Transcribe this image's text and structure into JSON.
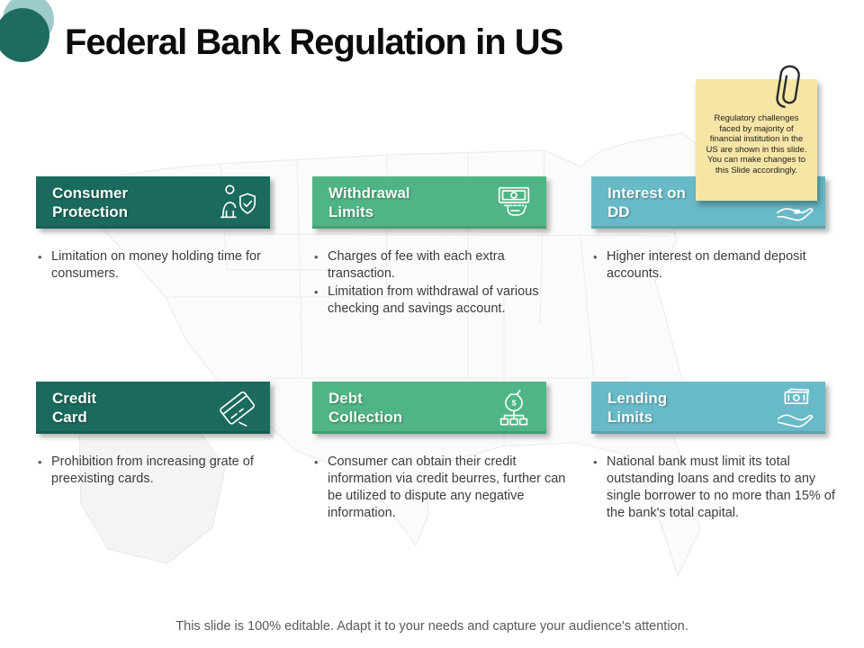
{
  "slide": {
    "title": "Federal Bank Regulation in US",
    "sticky_note": {
      "text": "Regulatory challenges faced by majority of financial institution in the US are shown in this slide. You can make changes to this Slide accordingly."
    },
    "footer": "This slide is 100% editable. Adapt it to your needs and capture your audience's attention.",
    "colors": {
      "dark_teal": "#1b6a5e",
      "green": "#50b586",
      "cyan": "#69bac8",
      "note_yellow": "#f7e5a6",
      "body_text": "#3d3d3d",
      "footer_text": "#595959"
    },
    "cards": [
      {
        "title_line1": "Consumer",
        "title_line2": "Protection",
        "icon": "person-shield-icon",
        "bullets": [
          "Limitation on money holding time for consumers."
        ]
      },
      {
        "title_line1": "Withdrawal",
        "title_line2": "Limits",
        "icon": "cash-withdrawal-icon",
        "bullets": [
          "Charges of fee with each extra transaction.",
          "Limitation from withdrawal of various checking and savings account."
        ]
      },
      {
        "title_line1": "Interest on",
        "title_line2": "DD",
        "icon": "hand-coin-icon",
        "bullets": [
          "Higher interest on demand deposit accounts."
        ]
      },
      {
        "title_line1": "Credit",
        "title_line2": "Card",
        "icon": "credit-card-icon",
        "bullets": [
          "Prohibition from increasing grate of preexisting cards."
        ]
      },
      {
        "title_line1": "Debt",
        "title_line2": "Collection",
        "icon": "money-bag-hierarchy-icon",
        "bullets": [
          "Consumer can obtain their credit information via credit beurres, further can be utilized to dispute any negative information."
        ]
      },
      {
        "title_line1": "Lending",
        "title_line2": "Limits",
        "icon": "hand-money-icon",
        "bullets": [
          "National bank must limit its total outstanding loans and credits to any single borrower to no more than 15% of the bank's total capital."
        ]
      }
    ]
  }
}
